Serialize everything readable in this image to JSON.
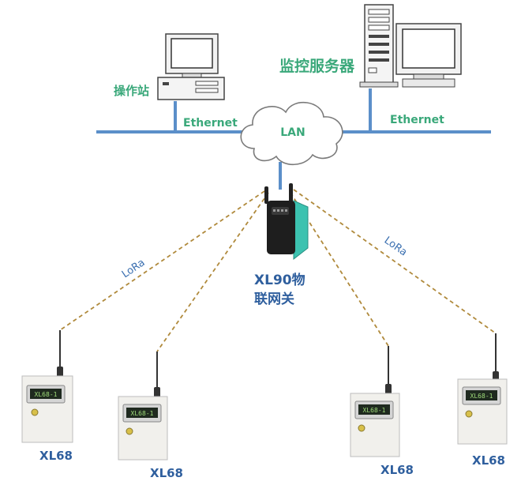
{
  "labels": {
    "operator_station": "操作站",
    "monitor_server": "监控服务器",
    "ethernet_left": "Ethernet",
    "ethernet_right": "Ethernet",
    "lan": "LAN",
    "lora_left": "LoRa",
    "lora_right": "LoRa",
    "gateway_line1": "XL90物",
    "gateway_line2": "联网关"
  },
  "nodes": [
    {
      "label": "XL68",
      "screen_text": "XL68-1"
    },
    {
      "label": "XL68",
      "screen_text": "XL68-1"
    },
    {
      "label": "XL68",
      "screen_text": "XL68-1"
    },
    {
      "label": "XL68",
      "screen_text": "XL68-1"
    }
  ],
  "colors": {
    "network_line": "#5b8fc9",
    "lora_link": "#b08a3c",
    "label_green": "#3aa87a",
    "label_blue": "#2f5f9e",
    "gateway_accent": "#3cc2b0"
  }
}
